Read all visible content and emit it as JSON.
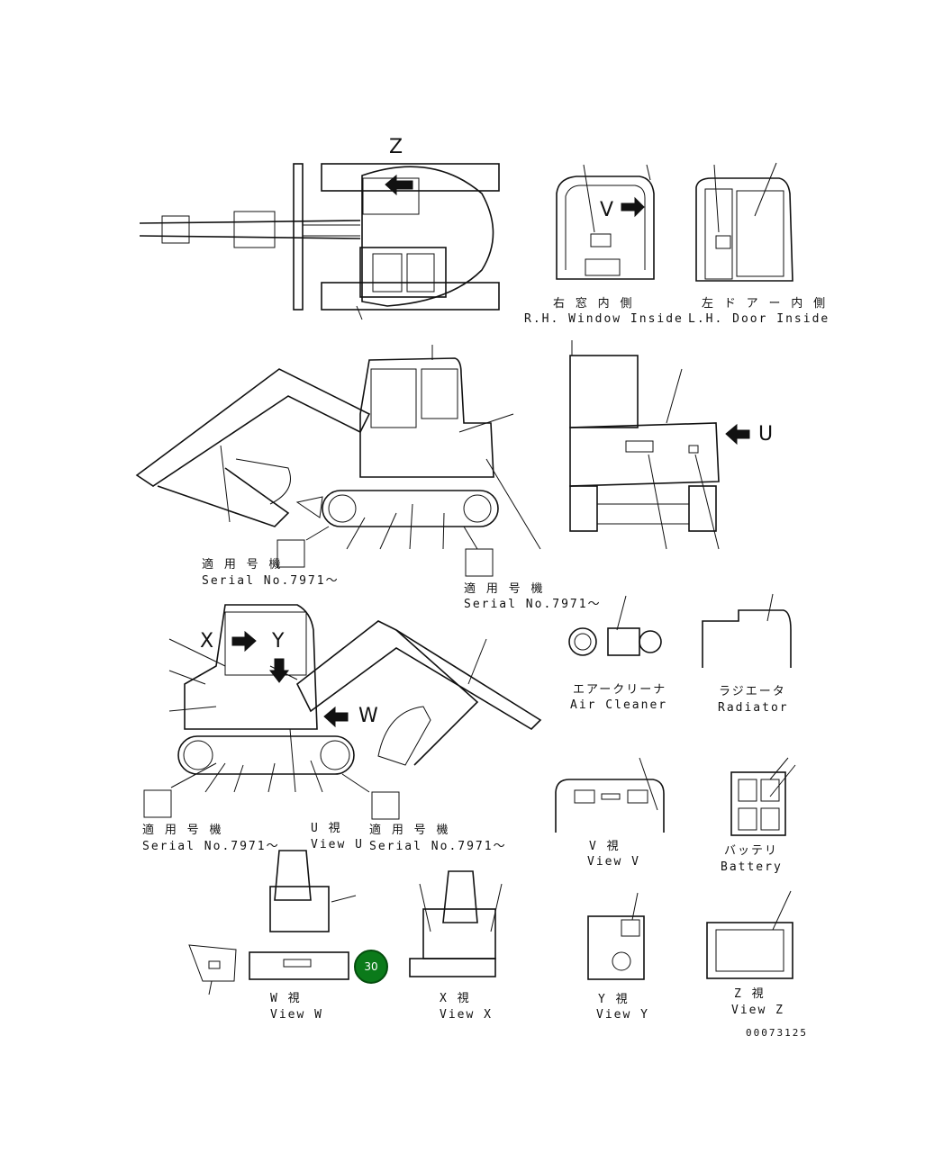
{
  "markers": {
    "z": "Z",
    "v": "V",
    "u": "U",
    "w": "W",
    "x": "X",
    "y": "Y"
  },
  "labels": {
    "rh_window_jp": "右 窓 内 側",
    "rh_window_en": "R.H. Window Inside",
    "lh_door_jp": "左 ド ア ー 内 側",
    "lh_door_en": "L.H. Door Inside",
    "serial_a_jp": "適 用 号 機",
    "serial_a_en": "Serial No.7971～",
    "serial_b_jp": "適 用 号 機",
    "serial_b_en": "Serial No.7971～",
    "serial_c_jp": "適 用 号 機",
    "serial_c_en": "Serial No.7971～",
    "serial_d_jp": "適 用 号 機",
    "serial_d_en": "Serial No.7971～",
    "view_u_jp": "U 視",
    "view_u_en": "View U",
    "air_cleaner_jp": "エアークリーナ",
    "air_cleaner_en": "Air Cleaner",
    "radiator_jp": "ラジエータ",
    "radiator_en": "Radiator",
    "view_v_jp": "V 視",
    "view_v_en": "View V",
    "battery_jp": "バッテリ",
    "battery_en": "Battery",
    "view_w_jp": "W 視",
    "view_w_en": "View W",
    "view_x_jp": "X 視",
    "view_x_en": "View X",
    "view_y_jp": "Y 視",
    "view_y_en": "View Y",
    "view_z_jp": "Z 視",
    "view_z_en": "View Z",
    "drawing_no": "00073125"
  },
  "badge": {
    "number": "30",
    "color": "#0b7a1a"
  }
}
